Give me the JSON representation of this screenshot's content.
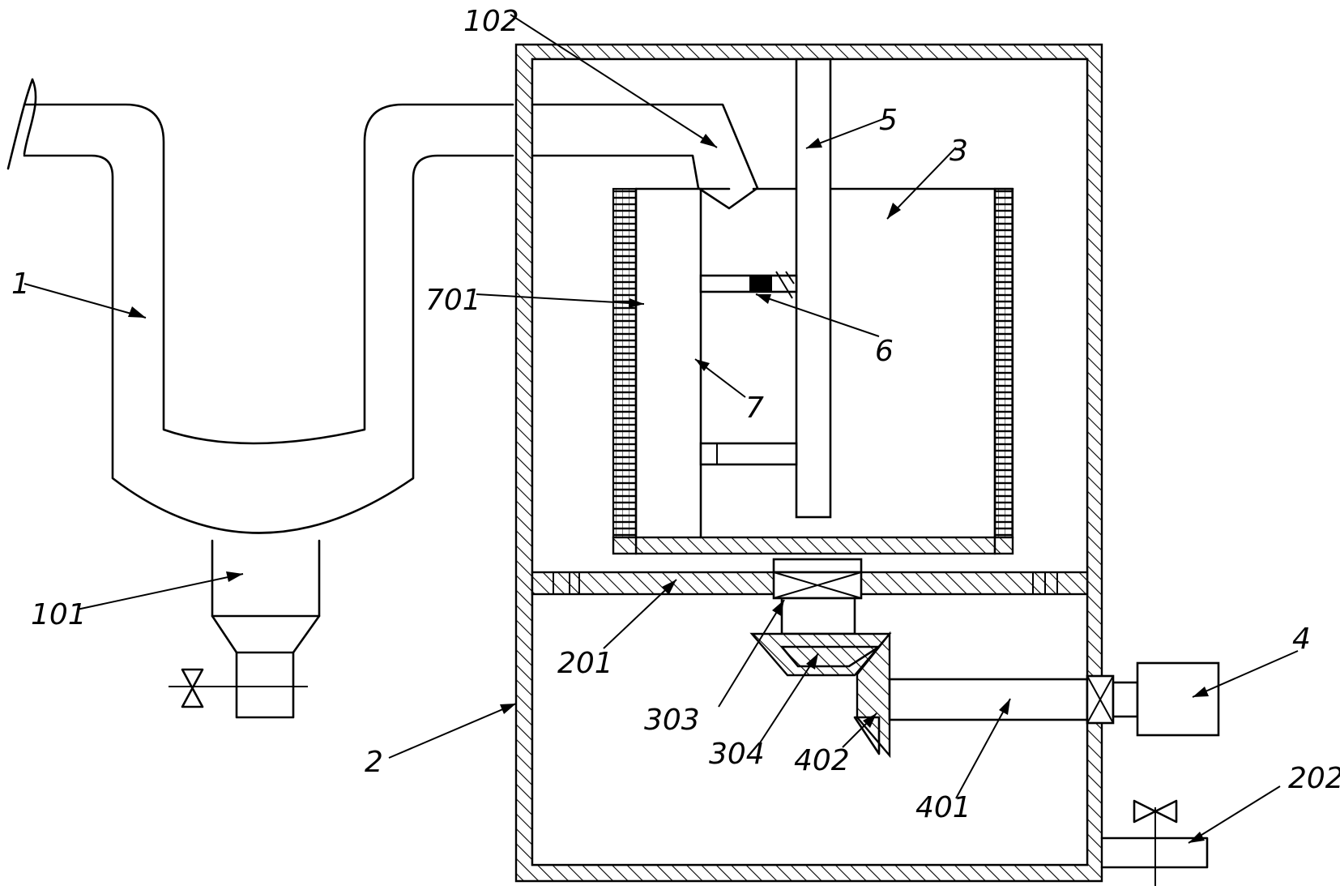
{
  "callouts": {
    "c1": "1",
    "c101": "101",
    "c102": "102",
    "c2": "2",
    "c201": "201",
    "c202": "202",
    "c3": "3",
    "c303": "303",
    "c304": "304",
    "c4": "4",
    "c401": "401",
    "c402": "402",
    "c5": "5",
    "c6": "6",
    "c7": "7",
    "c701": "701"
  },
  "colors": {
    "line": "#000000",
    "background": "#ffffff"
  }
}
